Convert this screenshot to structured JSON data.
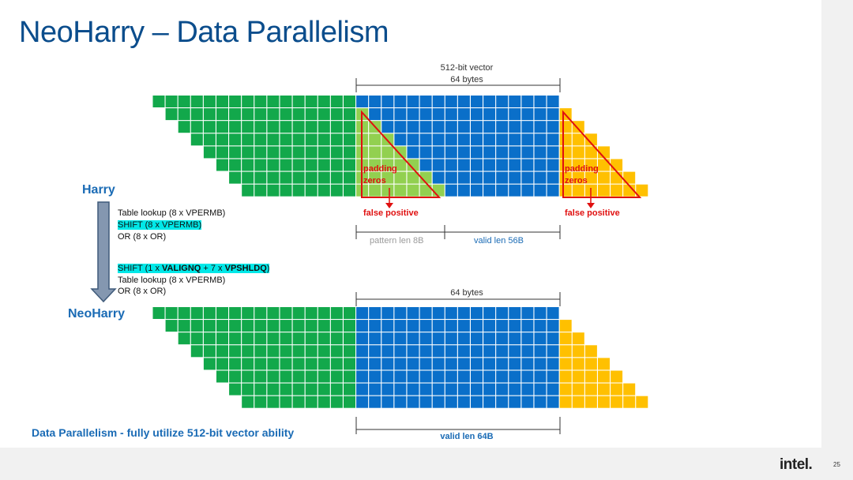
{
  "title": "NeoHarry – Data Parallelism",
  "top_diagram": {
    "vector_label_line1": "512-bit vector",
    "vector_label_line2": "64 bytes",
    "padding_label_line1": "padding",
    "padding_label_line2": "zeros",
    "false_positive_label": "false positive",
    "pattern_len_label": "pattern len 8B",
    "valid_len_label": "valid len 56B"
  },
  "harry_label": "Harry",
  "harry_steps": {
    "table_lookup": "Table lookup (8 x VPERMB)",
    "shift": "SHIFT (8 x VPERMB)",
    "or": "OR (8 x OR)"
  },
  "neoharry_steps": {
    "shift_prefix": "SHIFT (1 x ",
    "valignq": "VALIGNQ",
    "plus": " + 7 x ",
    "vpshldq": "VPSHLDQ",
    "suffix": ")",
    "table_lookup": "Table lookup (8 x VPERMB)",
    "or": "OR (8 x OR)"
  },
  "neoharry_label": "NeoHarry",
  "bottom_diagram": {
    "bytes_label": "64 bytes",
    "valid_len_label": "valid len 64B"
  },
  "summary": "Data Parallelism - fully utilize 512-bit vector ability",
  "logo_text": "intel.",
  "page_number": "25",
  "colors": {
    "green": "#12a84b",
    "blue": "#0a6fc9",
    "yellow": "#ffc000",
    "light_green": "#92d050",
    "light_blue": "#1ab0ee",
    "red": "#e01010",
    "title": "#0b4d8c",
    "accent": "#1a6bb5",
    "highlight": "#00e8e8"
  }
}
